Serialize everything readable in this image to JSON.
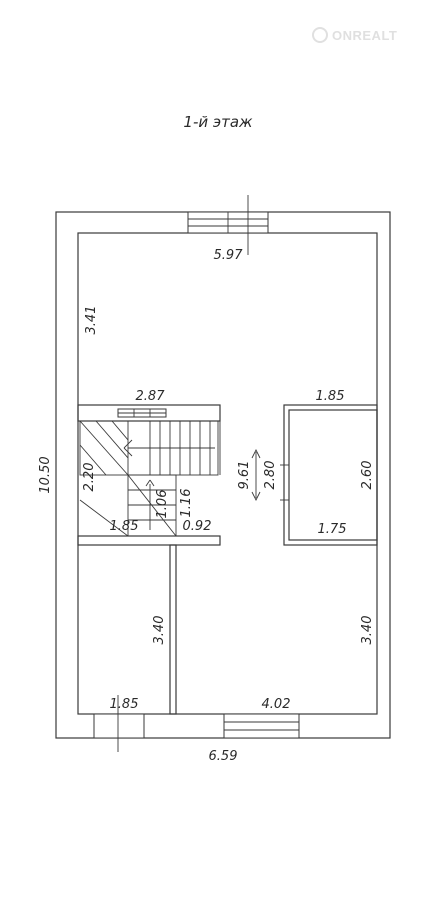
{
  "watermark": {
    "text": "ONREALT"
  },
  "title": "1-й этаж",
  "dimensions": {
    "top_width": "5.97",
    "outer_height": "10.50",
    "left_upper_room": "3.41",
    "stair_width": "2.87",
    "bath_width_top": "1.85",
    "stair_run": "2.20",
    "corridor_length": "9.61",
    "bath_height_left": "2.80",
    "bath_height_right": "2.60",
    "landing_1": "1.06",
    "landing_2": "1.16",
    "bath_width_bottom": "1.75",
    "stair_bottom_left": "1.85",
    "stair_bottom_right": "0.92",
    "left_lower_room": "3.40",
    "right_lower_room": "3.40",
    "bottom_left_room": "1.85",
    "bottom_right_room": "4.02",
    "bottom_width": "6.59"
  }
}
